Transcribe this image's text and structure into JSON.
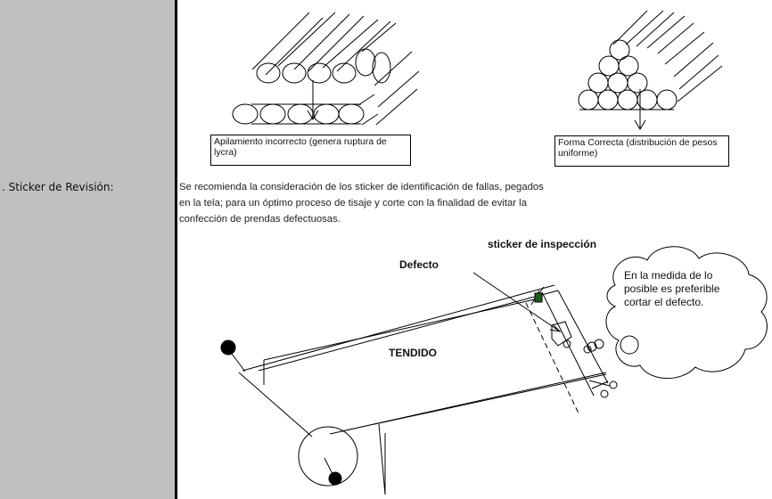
{
  "left_column": {
    "section_label": ". Sticker de Revisión:"
  },
  "top_figures": {
    "incorrect_caption": "Apilamiento incorrecto (genera ruptura de lycra)",
    "correct_caption": "Forma Correcta (distribución de pesos uniforme)"
  },
  "paragraph": {
    "lines": [
      "Se recomienda la consideración de los sticker de identificación de fallas, pegados",
      "en la tela;  para un óptimo proceso de tisaje y corte con la finalidad de evitar la",
      "confección de prendas defectuosas."
    ]
  },
  "diagram": {
    "sticker_label": "sticker de inspección",
    "defect_label": "Defecto",
    "spread_label": "TENDIDO",
    "cloud_text": "En la medida de lo posible es preferible cortar el defecto.",
    "colors": {
      "sticker": "#1e5a1e",
      "ink": "#000000",
      "label_column": "#c0c0c0"
    }
  }
}
